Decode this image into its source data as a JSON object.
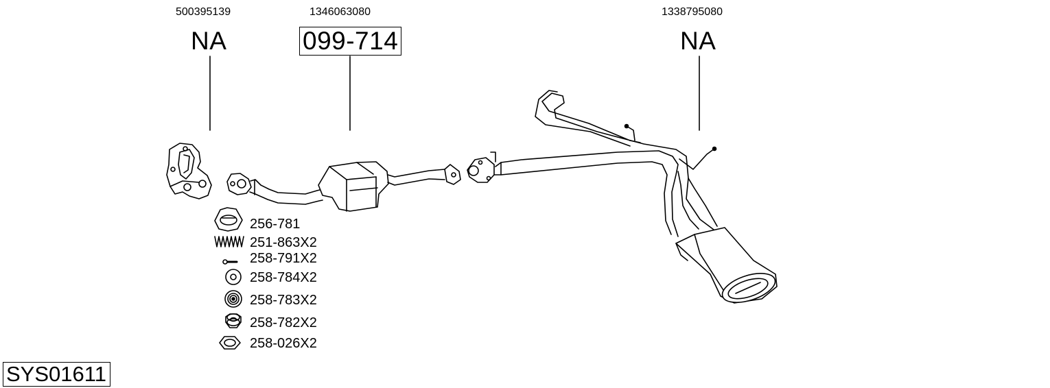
{
  "system_id": "SYS01611",
  "parts": [
    {
      "oem": "500395139",
      "code": "NA"
    },
    {
      "oem": "1346063080",
      "code": "099-714"
    },
    {
      "oem": "1338795080",
      "code": "NA"
    }
  ],
  "accessories": [
    {
      "icon": "gasket-ring-icon",
      "label": "256-781"
    },
    {
      "icon": "spring-icon",
      "label": "251-863X2"
    },
    {
      "icon": "bolt-icon",
      "label": "258-791X2"
    },
    {
      "icon": "rubber-ring-icon",
      "label": "258-784X2"
    },
    {
      "icon": "rubber-mount-icon",
      "label": "258-783X2"
    },
    {
      "icon": "stacked-mount-icon",
      "label": "258-782X2"
    },
    {
      "icon": "hex-nut-icon",
      "label": "258-026X2"
    }
  ]
}
